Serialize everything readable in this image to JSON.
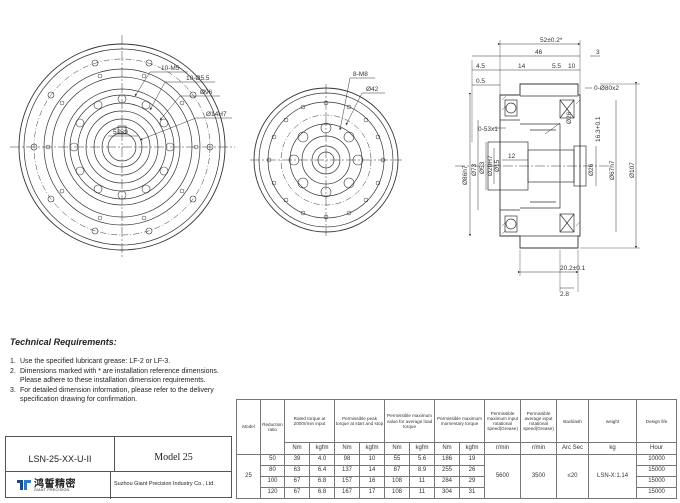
{
  "drawing": {
    "left_view": {
      "callouts": [
        "10-M5",
        "10-Ø5.5",
        "Ø96",
        "Ø14H7",
        "5JS9"
      ]
    },
    "middle_view": {
      "callouts": [
        "8-M8",
        "Ø42"
      ]
    },
    "section_view": {
      "horizontal_dims": [
        "52±0.2*",
        "46",
        "3",
        "4.5",
        "14",
        "5.5",
        "10",
        "0.5",
        "12",
        "20.2±0.1",
        "2.8"
      ],
      "vertical_dims": [
        "Ø86h7",
        "Ø73",
        "Ø53",
        "Ø26",
        "Ø67h7",
        "Ø107",
        "Ø20H7",
        "Ø15"
      ],
      "annotations": [
        "0-Ø80x2",
        "0-53x1",
        "16.3+0.1",
        "Ø26"
      ]
    }
  },
  "requirements": {
    "title": "Technical Requirements:",
    "items": [
      {
        "num": "1.",
        "text": "Use the specified lubricant grease: LF-2 or LF-3."
      },
      {
        "num": "2.",
        "text": "Dimensions marked with * are installation reference dimensions. Please adhere to these installation dimension requirements."
      },
      {
        "num": "3.",
        "text": "For detailed dimension information, please refer to the delivery specification drawing for confirmation."
      }
    ]
  },
  "title_block": {
    "model_code": "LSN-25-XX-U-II",
    "model_name": "Model 25",
    "brand_cn": "鸿誓精密",
    "brand_en": "GIANT PRECISION",
    "company": "Suzhou Giant Precision Industry Co., Ltd."
  },
  "spec_table": {
    "headers": {
      "model": "Model",
      "ratio": "Reduction ratio",
      "rated": "Rated torque at 2000r/min input",
      "peak": "Permissible peak torque at start and stop",
      "avg": "Permissible maximum value for average load torque",
      "momentary": "Permissible maximum momentary torque",
      "max_speed": "Permissible maximum input rotational speed(Grease)",
      "avg_speed": "Permissible average input rotational speed(Grease)",
      "backlash": "Backlash",
      "weight": "weight",
      "life": "Design life"
    },
    "units": {
      "nm1": "Nm",
      "kgfm1": "kgfm",
      "nm2": "Nm",
      "kgfm2": "kgfm",
      "nm3": "Nm",
      "kgfm3": "kgfm",
      "nm4": "Nm",
      "kgfm4": "kgfm",
      "rpm1": "r/min",
      "rpm2": "r/min",
      "arc": "Arc Sec",
      "kg": "kg",
      "hour": "Hour"
    },
    "model": "25",
    "max_speed": "5600",
    "avg_speed": "3500",
    "backlash": "≤20",
    "weight": "LSN-X:1.14",
    "rows": [
      {
        "ratio": "50",
        "rated_nm": "39",
        "rated_kgfm": "4.0",
        "peak_nm": "98",
        "peak_kgfm": "10",
        "avg_nm": "55",
        "avg_kgfm": "5.6",
        "mom_nm": "186",
        "mom_kgfm": "19",
        "life": "10000"
      },
      {
        "ratio": "80",
        "rated_nm": "63",
        "rated_kgfm": "6.4",
        "peak_nm": "137",
        "peak_kgfm": "14",
        "avg_nm": "87",
        "avg_kgfm": "8.9",
        "mom_nm": "255",
        "mom_kgfm": "26",
        "life": "15000"
      },
      {
        "ratio": "100",
        "rated_nm": "67",
        "rated_kgfm": "6.8",
        "peak_nm": "157",
        "peak_kgfm": "16",
        "avg_nm": "108",
        "avg_kgfm": "11",
        "mom_nm": "284",
        "mom_kgfm": "29",
        "life": "15000"
      },
      {
        "ratio": "120",
        "rated_nm": "67",
        "rated_kgfm": "6.8",
        "peak_nm": "167",
        "peak_kgfm": "17",
        "avg_nm": "108",
        "avg_kgfm": "11",
        "mom_nm": "304",
        "mom_kgfm": "31",
        "life": "15000"
      }
    ]
  }
}
